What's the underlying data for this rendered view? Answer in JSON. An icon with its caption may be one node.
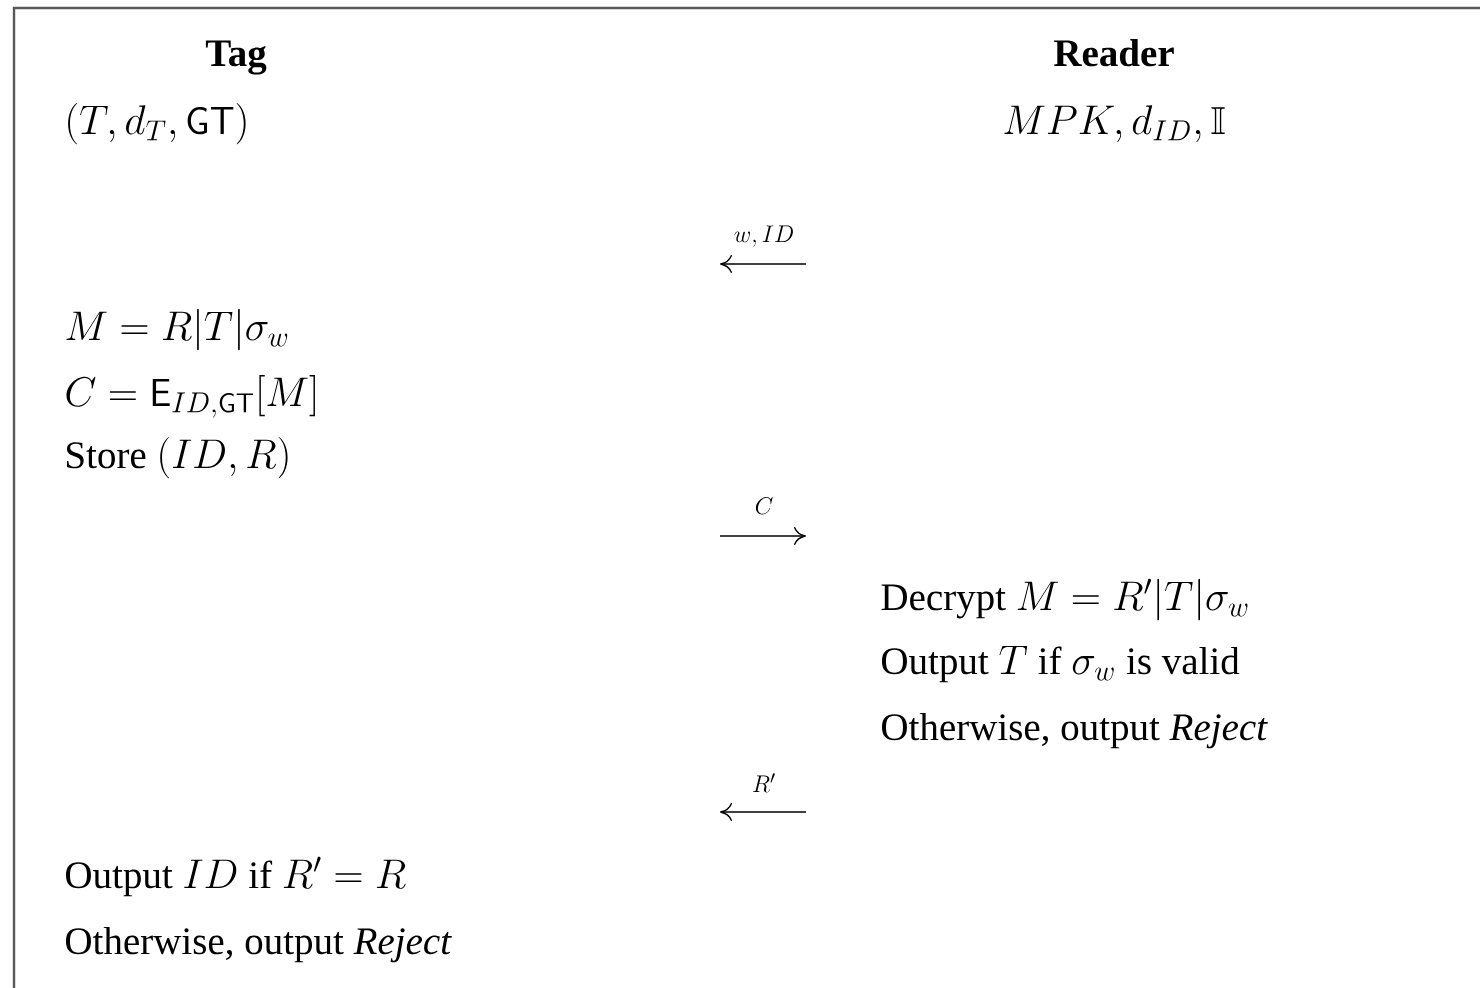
{
  "diagram": {
    "labels": [
      "Tag",
      "Reader",
      "(T,d_T,\\mathsf{GT})",
      "MPK,d_{ID},\\mathbb{I}",
      "w,ID",
      "M=R|T|\\sigma_w",
      "C=\\mathsf{E}_{ID,\\mathsf{GT}}[M]",
      "\\text{Store }(ID,R)",
      "C",
      "\\text{Decrypt }M=R'|T|\\sigma_w",
      "\\text{Output }T\\text{ if }\\sigma_w\\text{ is valid}",
      "Otherwise, output *Reject*",
      "R'",
      "\\text{Output }ID\\text{ if }R'=R",
      "Otherwise, output *Reject*"
    ]
  }
}
